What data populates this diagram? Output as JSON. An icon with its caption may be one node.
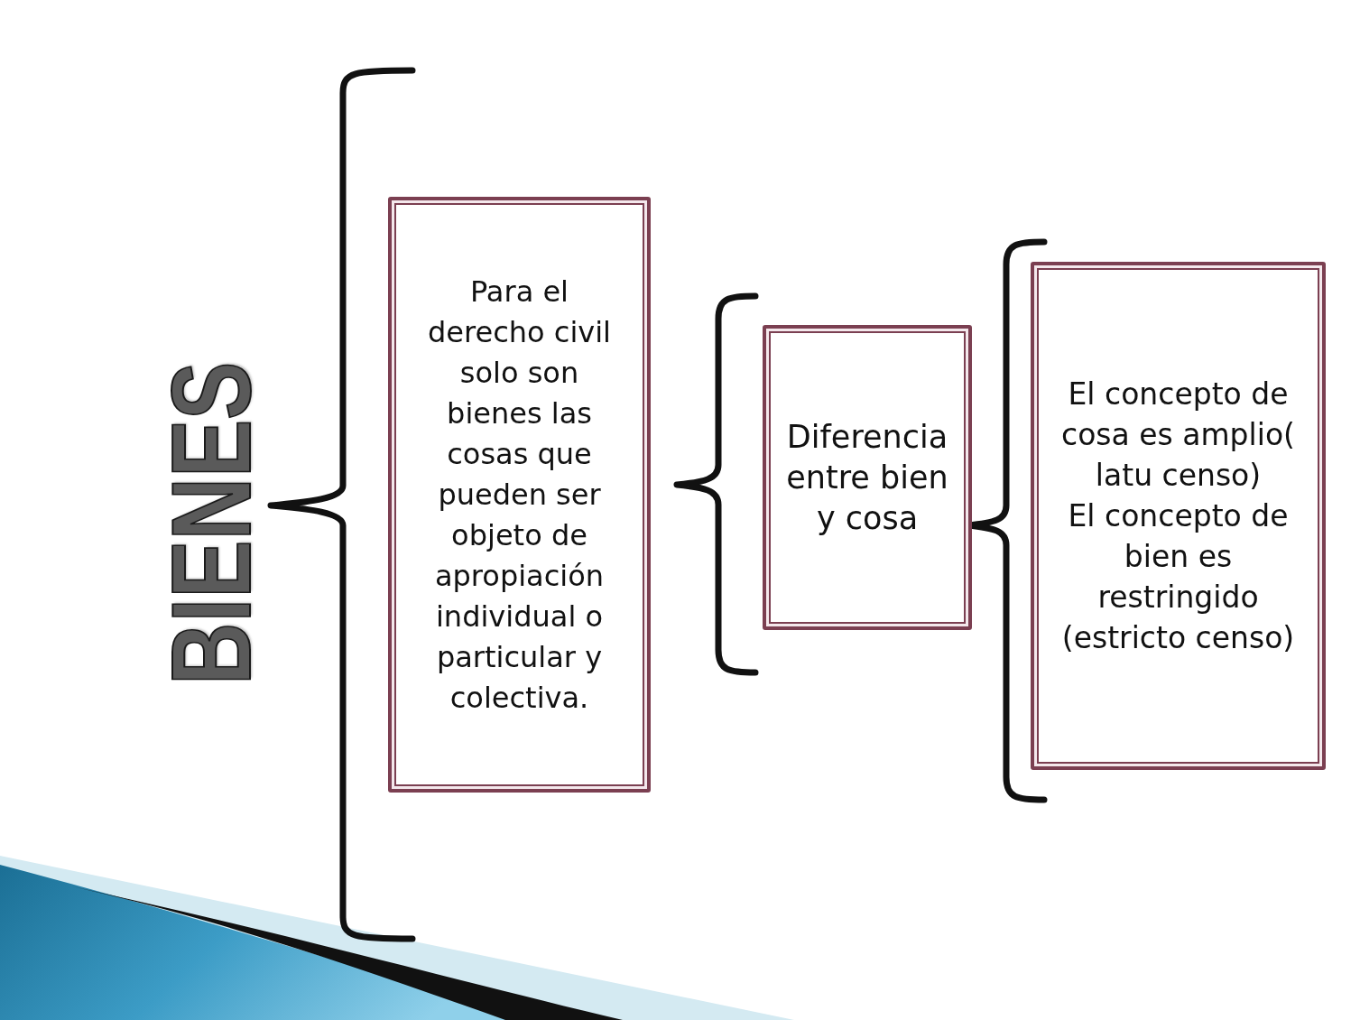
{
  "diagram": {
    "title": "BIENES",
    "nodes": [
      {
        "text": [
          "Para el derecho civil solo son bienes las cosas que pueden ser objeto de apropiación individual o particular y colectiva."
        ]
      },
      {
        "text": [
          "Diferencia entre bien y cosa"
        ]
      },
      {
        "text": [
          "El concepto de cosa es amplio( latu censo)",
          "El concepto de bien es restringido (estricto censo)"
        ]
      }
    ]
  }
}
